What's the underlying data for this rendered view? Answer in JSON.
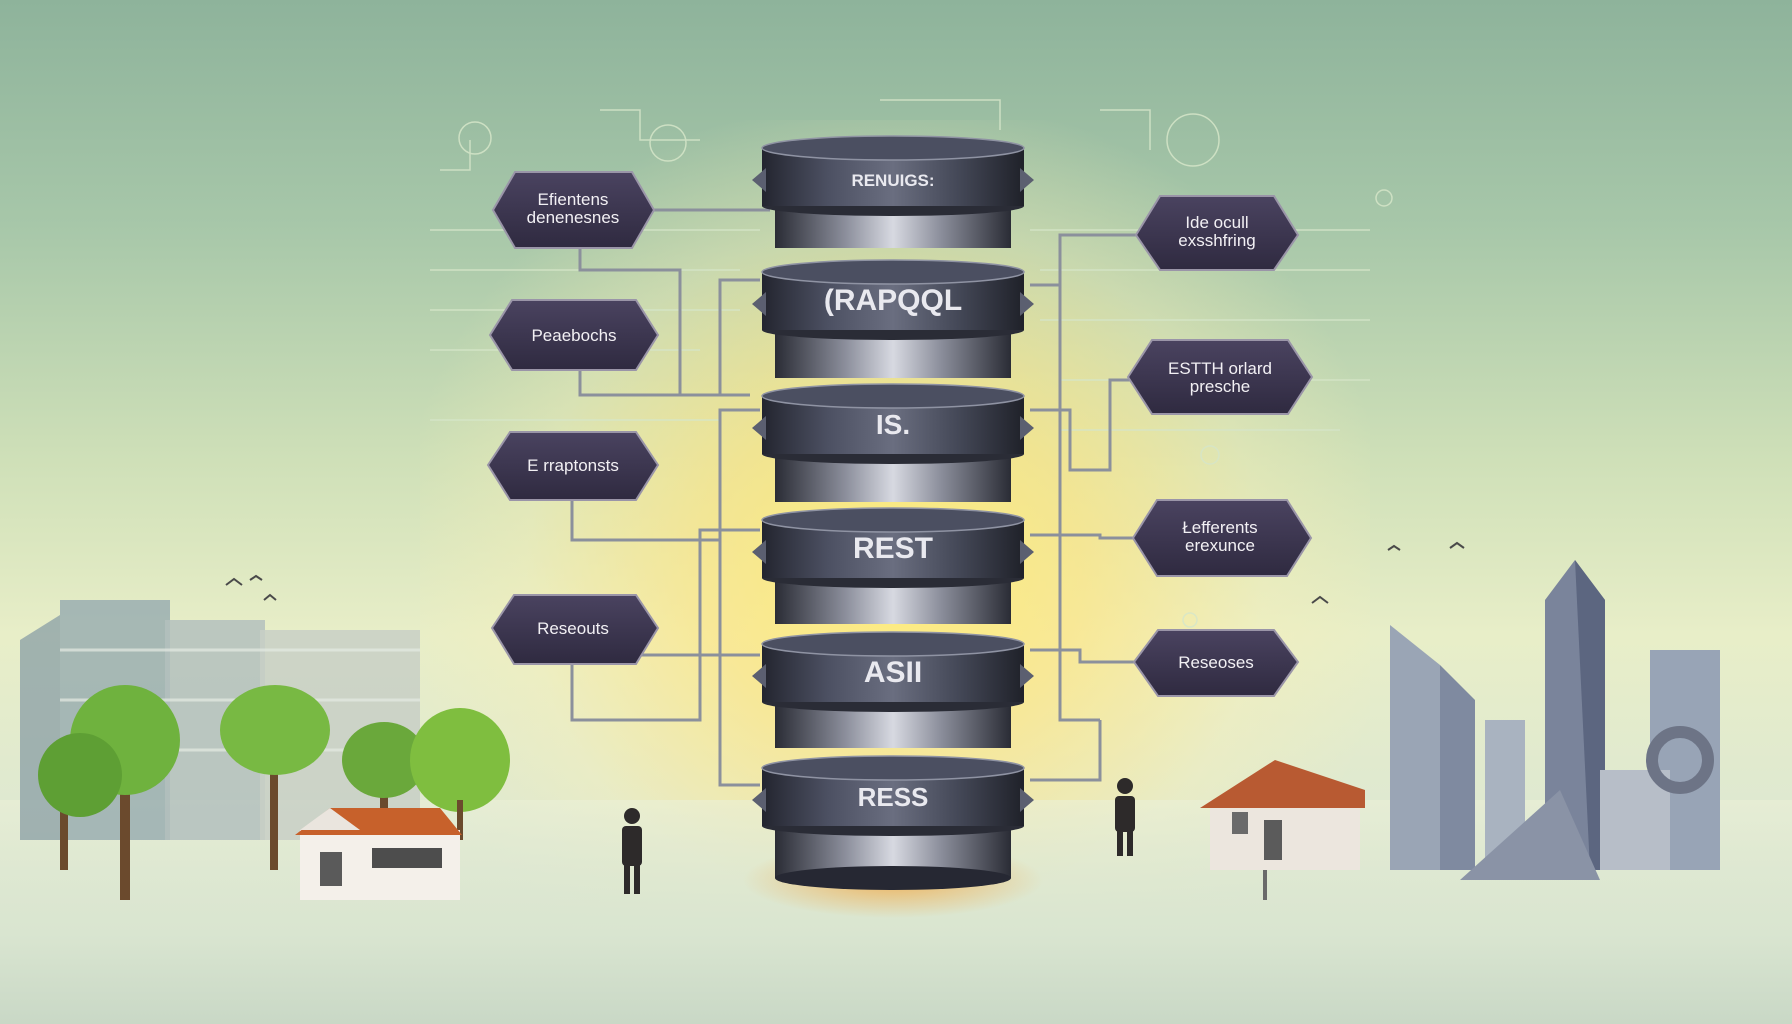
{
  "stack": {
    "labels": [
      "RENUIGS:",
      "(RAPQQL",
      "IS.",
      "REST",
      "ASII",
      "RESS"
    ]
  },
  "left_nodes": [
    {
      "lines": [
        "Efientens",
        "denenesnes"
      ]
    },
    {
      "lines": [
        "Peaebochs"
      ]
    },
    {
      "lines": [
        "Ε rraptonsts"
      ]
    },
    {
      "lines": [
        "Reseouts"
      ]
    }
  ],
  "right_nodes": [
    {
      "lines": [
        "Ide ocull",
        "exsshfring"
      ]
    },
    {
      "lines": [
        "ESTTH orlard",
        "presche"
      ]
    },
    {
      "lines": [
        "Łefferents",
        "erexunce"
      ]
    },
    {
      "lines": [
        "Reseoses"
      ]
    }
  ],
  "colors": {
    "node_fill": "#3d3650",
    "disc_dark": "#2e3140",
    "disc_mid": "#55596b",
    "connector": "#8a8f9b",
    "tree_green": "#6fb23e"
  }
}
